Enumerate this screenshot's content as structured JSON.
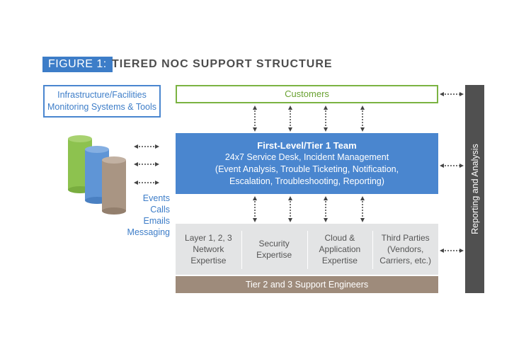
{
  "figure": {
    "tag": "FIGURE 1:",
    "title": "TIERED NOC SUPPORT STRUCTURE"
  },
  "infra_box": {
    "line1": "Infrastructure/Facilities",
    "line2": "Monitoring Systems & Tools"
  },
  "customers": "Customers",
  "tier1": {
    "title": "First-Level/Tier 1 Team",
    "line1": "24x7 Service Desk, Incident Management",
    "line2": "(Event Analysis, Trouble Ticketing, Notification,",
    "line3": "Escalation, Troubleshooting, Reporting)"
  },
  "expertise": [
    {
      "lines": [
        "Layer 1, 2, 3",
        "Network",
        "Expertise"
      ]
    },
    {
      "lines": [
        "Security",
        "Expertise"
      ]
    },
    {
      "lines": [
        "Cloud &",
        "Application",
        "Expertise"
      ]
    },
    {
      "lines": [
        "Third Parties",
        "(Vendors,",
        "Carriers, etc.)"
      ]
    }
  ],
  "tier23": "Tier 2 and 3 Support Engineers",
  "reporting": "Reporting and Analysis",
  "events": [
    "Events",
    "Calls",
    "Emails",
    "Messaging"
  ],
  "colors": {
    "blue": "#4a86cf",
    "green": "#7bb342",
    "taupe": "#9e8b7b",
    "dark_gray": "#505050",
    "light_gray": "#e3e4e5"
  }
}
